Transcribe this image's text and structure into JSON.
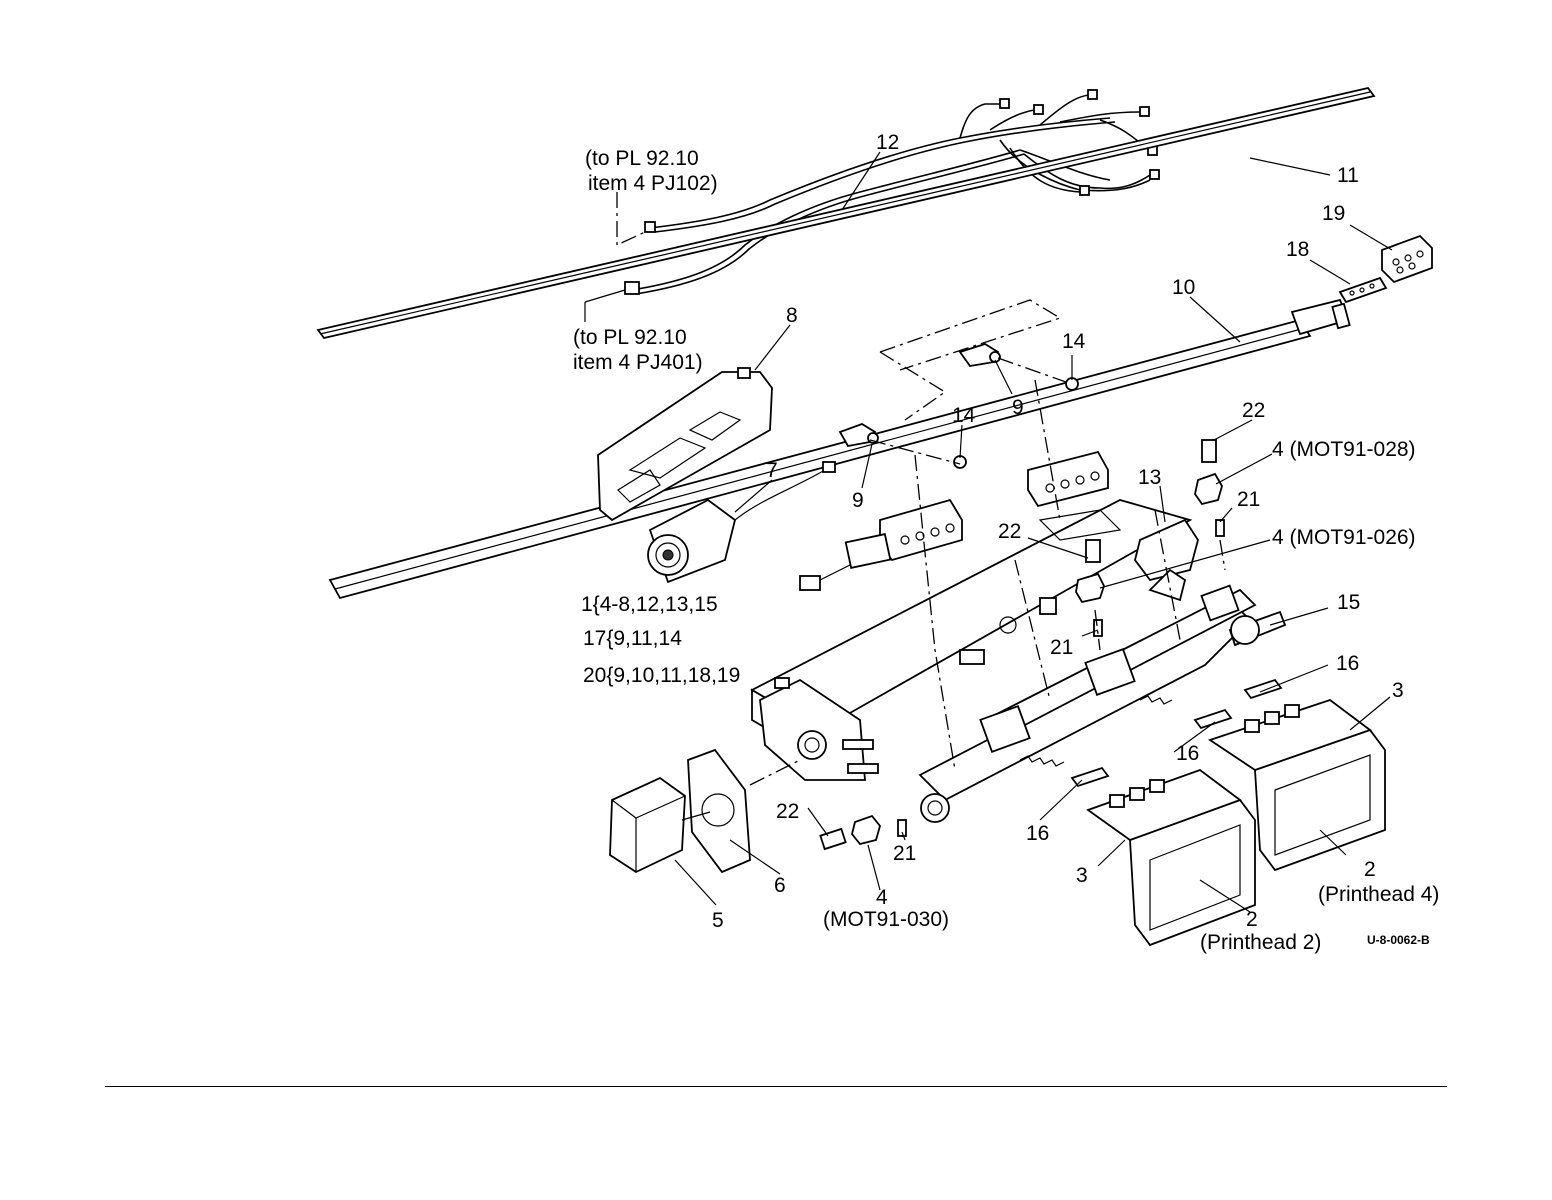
{
  "labels": {
    "conn_pj102_line1": "(to PL 92.10",
    "conn_pj102_line2": "item 4 PJ102)",
    "conn_pj401_line1": "(to PL 92.10",
    "conn_pj401_line2": "item 4 PJ401)",
    "n12": "12",
    "n11": "11",
    "n19": "19",
    "n18": "18",
    "n10": "10",
    "n8": "8",
    "n14a": "14",
    "n14b": "14",
    "n9a": "9",
    "n9b": "9",
    "n7": "7",
    "n22a": "22",
    "n22b": "22",
    "n22c": "22",
    "n4_028": "4 (MOT91-028)",
    "n4_026": "4 (MOT91-026)",
    "n4_030_num": "4",
    "n4_030_code": "(MOT91-030)",
    "n13": "13",
    "n21a": "21",
    "n21b": "21",
    "n21c": "21",
    "n15": "15",
    "n16a": "16",
    "n16b": "16",
    "n16c": "16",
    "n3a": "3",
    "n3b": "3",
    "n2a": "2",
    "n2a_sub": "(Printhead 4)",
    "n2b": "2",
    "n2b_sub": "(Printhead 2)",
    "n5": "5",
    "n6": "6",
    "kit1": "1{4-8,12,13,15",
    "kit17": "17{9,11,14",
    "kit20": "20{9,10,11,18,19",
    "drawing_id": "U-8-0062-B"
  }
}
